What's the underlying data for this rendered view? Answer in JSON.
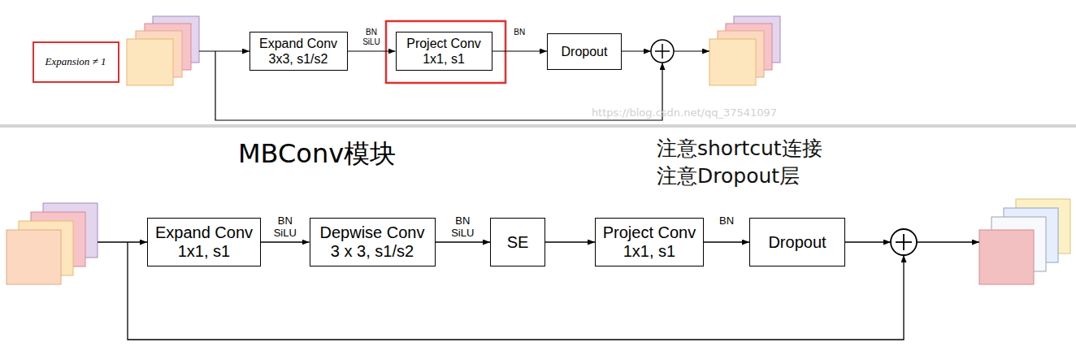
{
  "diagram": {
    "title": "MBConv模块",
    "nodes": [
      {
        "text": [
          "Expansion ≠ 1"
        ]
      },
      {
        "text": [
          "Expand Conv",
          "3x3, s1/s2"
        ]
      },
      {
        "text": [
          "Project Conv",
          "1x1, s1"
        ]
      },
      {
        "text": [
          "Dropout"
        ]
      },
      {
        "text": [
          "Expand Conv",
          "1x1, s1"
        ]
      },
      {
        "text": [
          "Depwise Conv",
          "3 x 3, s1/s2"
        ]
      },
      {
        "text": [
          "SE"
        ]
      },
      {
        "text": [
          "Project Conv",
          "1x1, s1"
        ]
      },
      {
        "text": [
          "Dropout"
        ]
      }
    ],
    "edges": [
      {
        "from": 1,
        "to": 2,
        "label": "BN SiLU",
        "arrow": "to"
      },
      {
        "from": 2,
        "to": 3,
        "label": "BN",
        "arrow": "to"
      },
      {
        "from": 4,
        "to": 5,
        "label": "BN SiLU",
        "arrow": "to"
      },
      {
        "from": 5,
        "to": 6,
        "label": "BN SiLU",
        "arrow": "to"
      },
      {
        "from": 6,
        "to": 7,
        "arrow": "to"
      },
      {
        "from": 7,
        "to": 8,
        "label": "BN",
        "arrow": "to"
      }
    ],
    "labels": [
      "注意shortcut连接",
      "注意Dropout层",
      "https://blog.csdn.net/qq_37541097"
    ]
  }
}
